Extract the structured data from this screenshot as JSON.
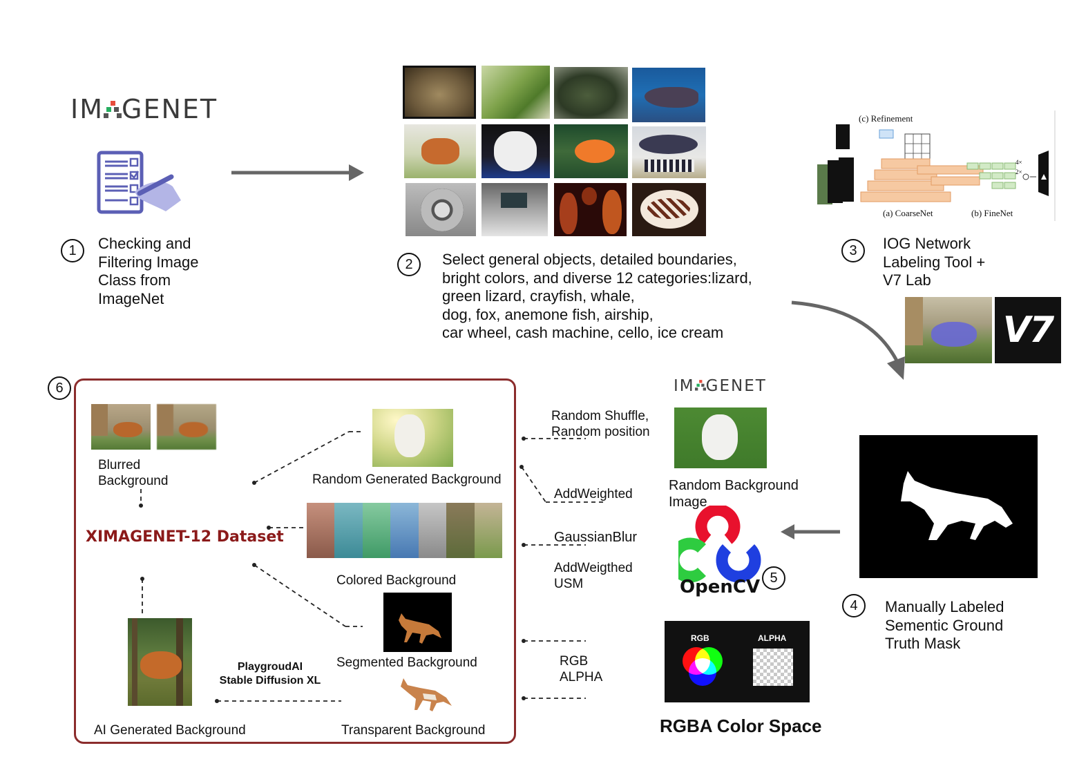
{
  "steps": {
    "s1": {
      "num": "1",
      "label": "Checking and Filtering Image Class from ImageNet"
    },
    "s2": {
      "num": "2",
      "label": "Select general objects, detailed boundaries, bright colors, and diverse 12 categories:lizard, green lizard, crayfish, whale, dog, fox, anemone fish, airship, car wheel, cash machine, cello, ice cream"
    },
    "s3": {
      "num": "3",
      "label": "IOG Network Labeling Tool + V7 Lab"
    },
    "s4": {
      "num": "4",
      "label": "Manually Labeled Sementic Ground Truth Mask"
    },
    "s5": {
      "num": "5"
    },
    "s6": {
      "num": "6"
    }
  },
  "step1_lines": [
    "Checking and",
    "Filtering Image",
    "Class from",
    "ImageNet"
  ],
  "step2_lines": [
    "Select general objects, detailed boundaries,",
    "bright colors, and diverse 12 categories:lizard,",
    "green lizard, crayfish, whale,",
    "dog, fox, anemone fish, airship,",
    "car wheel, cash machine, cello, ice cream"
  ],
  "step3_lines": [
    "IOG Network",
    "Labeling Tool +",
    "V7 Lab"
  ],
  "step4_lines": [
    "Manually Labeled",
    "Sementic Ground",
    "Truth Mask"
  ],
  "logos": {
    "imagenet": "IMAGENET",
    "imagenet_pre": "IM",
    "imagenet_post": "GENET",
    "v7": "V7",
    "opencv": "OpenCV"
  },
  "iog": {
    "refinement": "(c) Refinement",
    "coarsenet": "(a) CoarseNet",
    "finenet": "(b) FineNet",
    "k4": "4×",
    "k2": "2×"
  },
  "dataset_title": "XIMAGENET-12 Dataset",
  "backgrounds": {
    "blurred": [
      "Blurred",
      "Background"
    ],
    "random_generated": "Random Generated Background",
    "colored": "Colored Background",
    "segmented": "Segmented Background",
    "transparent": "Transparent Background",
    "ai_generated": "AI Generated Background",
    "ai_model": [
      "PlaygroudAI",
      "Stable Diffusion XL"
    ]
  },
  "operations": {
    "shuffle": [
      "Random Shuffle,",
      "Random position"
    ],
    "addweighted": "AddWeighted",
    "gaussian": "GaussianBlur",
    "usm": [
      "AddWeigthed",
      "USM"
    ],
    "rgba": [
      "RGB",
      "ALPHA"
    ]
  },
  "random_bg": [
    "Random Background",
    "Image"
  ],
  "rgba_panel": {
    "rgb": "RGB",
    "alpha": "ALPHA",
    "caption": "RGBA Color Space"
  },
  "colors": {
    "dataset_border": "#8b2c2c",
    "dataset_title": "#8b1a1a",
    "arrow": "#666666",
    "opencv_red": "#e8112d",
    "opencv_green": "#2ecc40",
    "opencv_blue": "#1f3fe0"
  }
}
